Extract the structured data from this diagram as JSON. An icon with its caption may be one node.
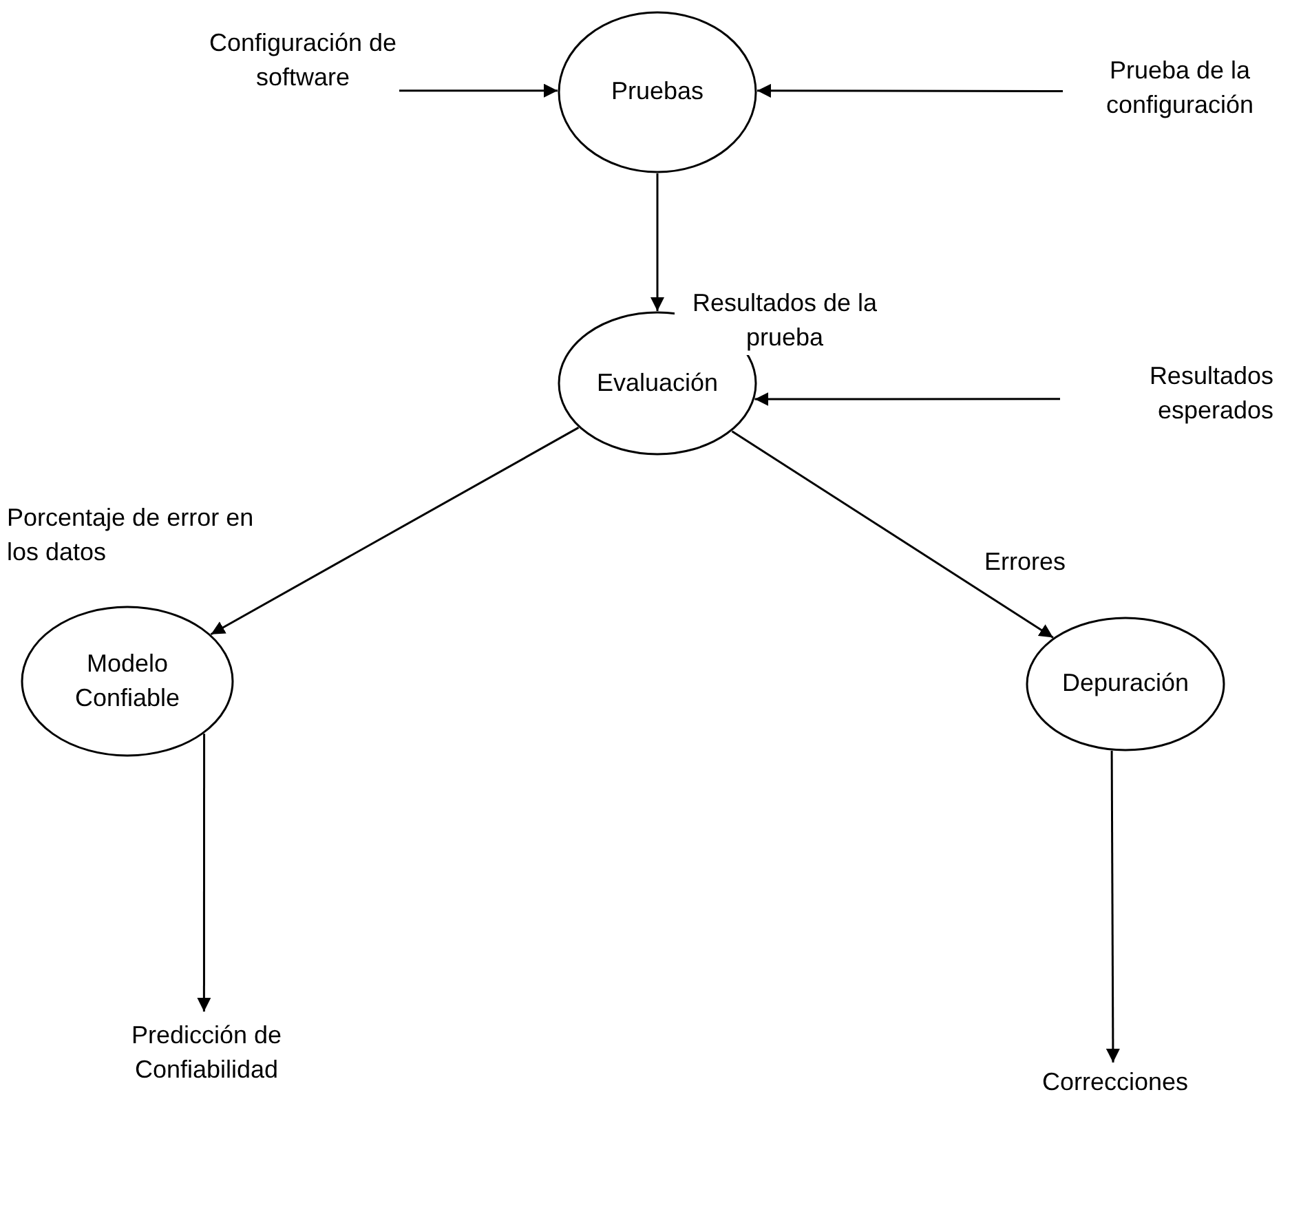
{
  "diagram": {
    "nodes": [
      {
        "text": [
          "Configuración de software"
        ]
      },
      {
        "text": [
          "Pruebas"
        ]
      },
      {
        "text": [
          "Prueba de la configuración"
        ]
      },
      {
        "text": [
          "Evaluación"
        ]
      },
      {
        "text": [
          "Resultados esperados"
        ]
      },
      {
        "text": [
          "Modelo Confiable"
        ]
      },
      {
        "text": [
          "Depuración"
        ]
      },
      {
        "text": [
          "Predicción de Confiabilidad"
        ]
      },
      {
        "text": [
          "Correcciones"
        ]
      }
    ],
    "edges": [
      {
        "from": 0,
        "to": 1,
        "arrow": "to"
      },
      {
        "from": 2,
        "to": 1,
        "arrow": "to"
      },
      {
        "from": 1,
        "to": 3,
        "arrow": "to",
        "label": "Resultados de la prueba"
      },
      {
        "from": 4,
        "to": 3,
        "arrow": "to"
      },
      {
        "from": 3,
        "to": 5,
        "arrow": "to",
        "label": "Porcentaje de error en los datos"
      },
      {
        "from": 3,
        "to": 6,
        "arrow": "to",
        "label": "Errores"
      },
      {
        "from": 5,
        "to": 7,
        "arrow": "to"
      },
      {
        "from": 6,
        "to": 8,
        "arrow": "to"
      }
    ]
  }
}
